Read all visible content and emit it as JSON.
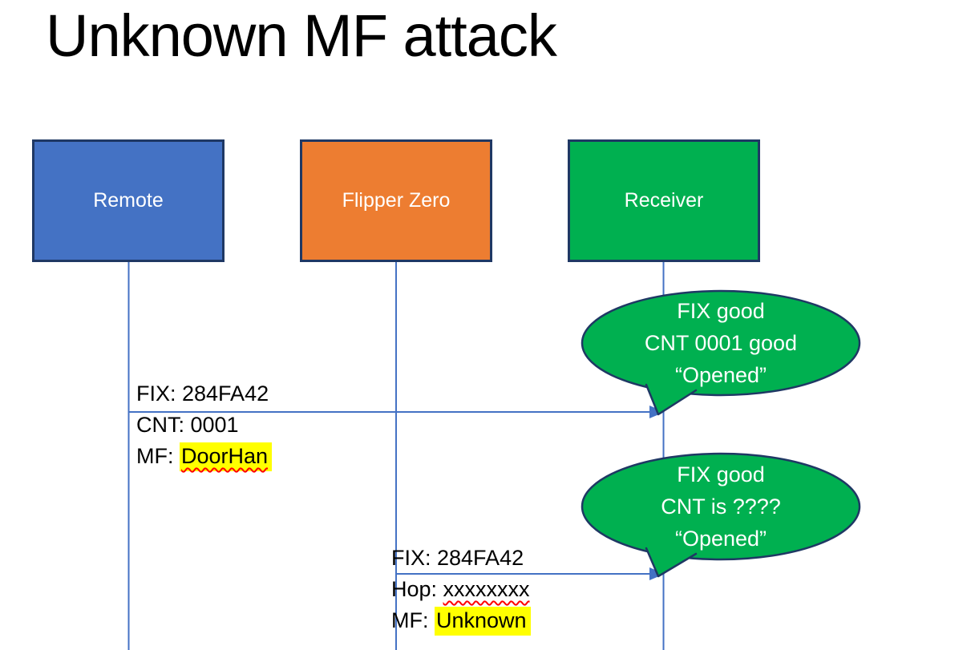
{
  "slide": {
    "title": "Unknown MF attack"
  },
  "actors": [
    {
      "id": "remote",
      "label": "Remote",
      "fill": "#4472c4"
    },
    {
      "id": "flipper-zero",
      "label": "Flipper Zero",
      "fill": "#ed7d31"
    },
    {
      "id": "receiver",
      "label": "Receiver",
      "fill": "#00b050"
    }
  ],
  "messages": [
    {
      "from": "Remote",
      "to": "Receiver",
      "line1": "FIX: 284FA42",
      "line2": "CNT: 0001",
      "line3_prefix": "MF: ",
      "line3_value": "DoorHan"
    },
    {
      "from": "Flipper Zero",
      "to": "Receiver",
      "line1": "FIX: 284FA42",
      "line2_prefix": "Hop: ",
      "line2_value": "xxxxxxxx",
      "line3_prefix": "MF: ",
      "line3_value": "Unknown"
    }
  ],
  "callouts": [
    {
      "line1": "FIX good",
      "line2": "CNT 0001 good",
      "line3": "“Opened”"
    },
    {
      "line1": "FIX good",
      "line2": "CNT is ????",
      "line3": "“Opened”"
    }
  ],
  "colors": {
    "remote_blue": "#4472c4",
    "flipper_orange": "#ed7d31",
    "receiver_green": "#00b050",
    "shape_border_navy": "#1f3864",
    "connector_blue": "#4472c4",
    "highlight_yellow": "#ffff00",
    "squiggle_red": "#ff0000",
    "text_black": "#000000",
    "text_white": "#ffffff"
  }
}
